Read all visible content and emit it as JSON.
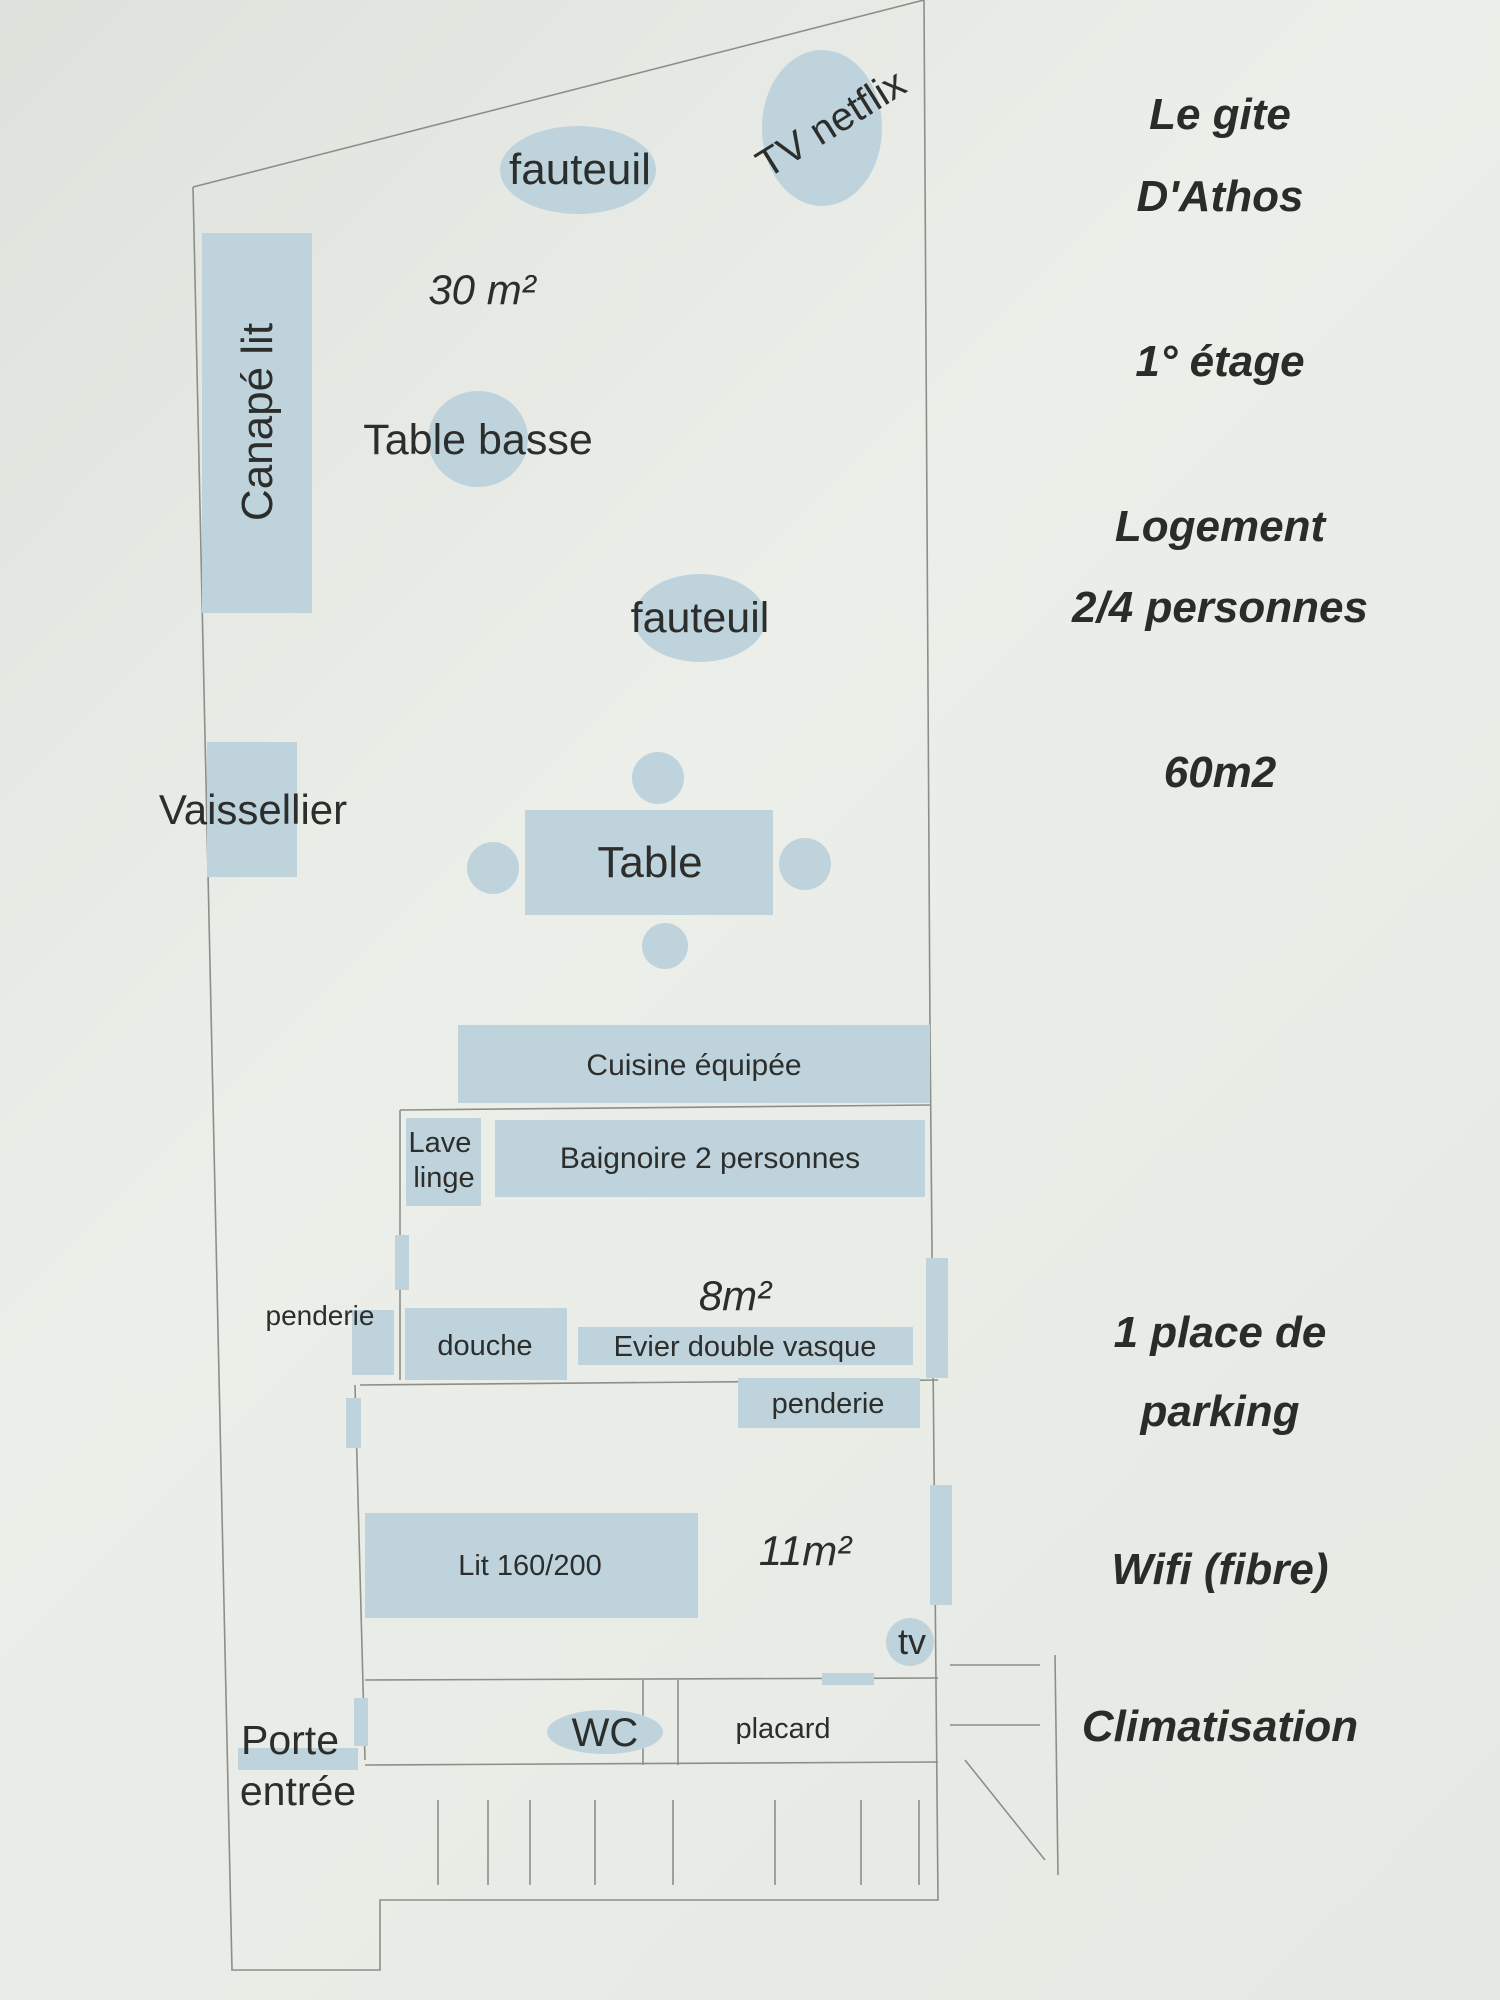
{
  "plan": {
    "living": {
      "area": "30 m²",
      "tv": "TV netflix",
      "armchair_top": "fauteuil",
      "sofa_bed": "Canapé lit",
      "coffee_table": "Table basse",
      "armchair_mid": "fauteuil",
      "dresser": "Vaissellier",
      "dining_table": "Table",
      "kitchen": "Cuisine équipée"
    },
    "bathroom": {
      "area": "8m²",
      "washer_line1": "Lave",
      "washer_line2": "linge",
      "bathtub": "Baignoire 2 personnes",
      "shower": "douche",
      "sink": "Evier double vasque",
      "wardrobe_left": "penderie"
    },
    "bedroom": {
      "area": "11m²",
      "wardrobe": "penderie",
      "bed": "Lit 160/200",
      "tv": "tv"
    },
    "entry": {
      "wc": "WC",
      "closet": "placard",
      "door_line1": "Porte",
      "door_line2": "entrée"
    }
  },
  "info": {
    "title_line1": "Le gite",
    "title_line2": "D'Athos",
    "floor": "1° étage",
    "housing_line1": "Logement",
    "housing_line2": "2/4 personnes",
    "surface": "60m2",
    "parking_line1": "1 place de",
    "parking_line2": "parking",
    "wifi": "Wifi (fibre)",
    "aircon": "Climatisation"
  },
  "colors": {
    "furniture": "#bfd3dc",
    "wall": "#8b8f8a",
    "text": "#2c2e2c"
  }
}
